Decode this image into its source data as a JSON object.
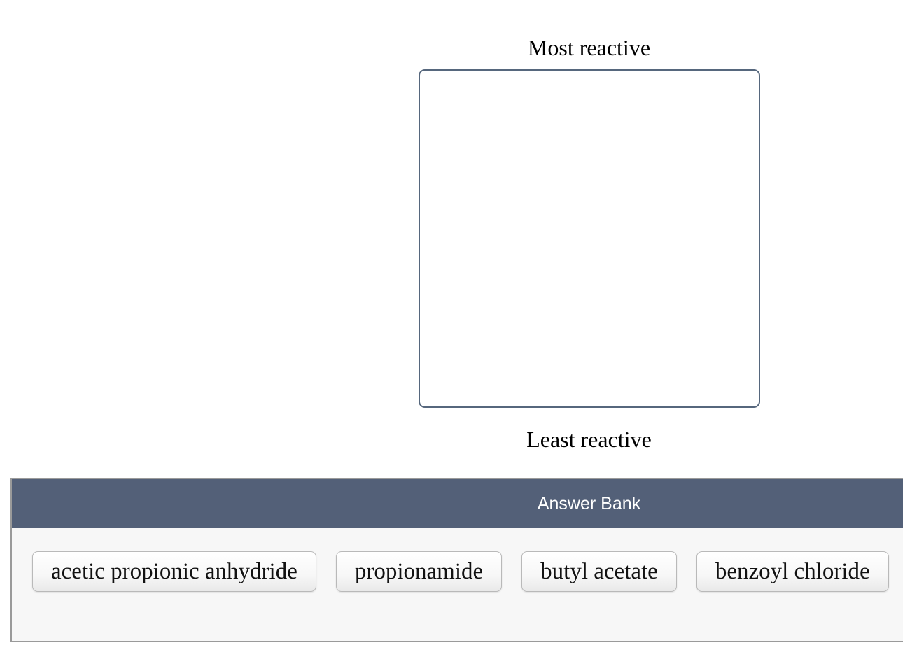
{
  "ranking": {
    "top_label": "Most reactive",
    "bottom_label": "Least reactive",
    "dropzone_items": []
  },
  "answer_bank": {
    "title": "Answer Bank",
    "items": [
      "acetic propionic anhydride",
      "propionamide",
      "butyl acetate",
      "benzoyl chloride"
    ]
  },
  "colors": {
    "bank_header_bg": "#536078",
    "bank_border": "#9a9a9a",
    "bank_content_bg": "#f7f7f7",
    "dropzone_border": "#56677d",
    "item_border": "#b9b9b9",
    "bank_title_color": "#ffffff"
  }
}
